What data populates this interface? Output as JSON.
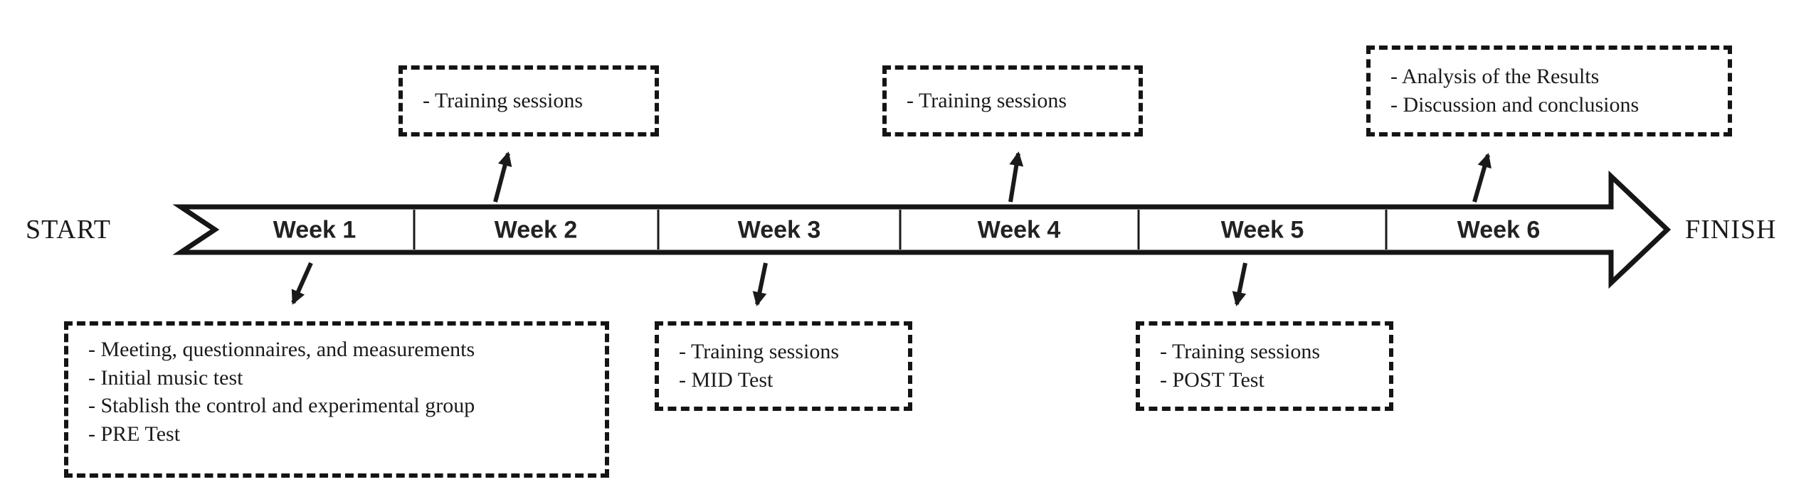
{
  "timeline": {
    "start_label": "START",
    "finish_label": "FINISH",
    "weeks": [
      "Week 1",
      "Week 2",
      "Week 3",
      "Week 4",
      "Week 5",
      "Week 6"
    ]
  },
  "notes": {
    "week2_top": {
      "lines": [
        "- Training sessions"
      ]
    },
    "week4_top": {
      "lines": [
        "- Training sessions"
      ]
    },
    "week6_top": {
      "lines": [
        "- Analysis of the Results",
        "- Discussion and conclusions"
      ]
    },
    "week1_bottom": {
      "lines": [
        "- Meeting, questionnaires, and measurements",
        "- Initial music test",
        "- Stablish the control and experimental group",
        "- PRE Test"
      ]
    },
    "week3_bottom": {
      "lines": [
        "- Training sessions",
        "- MID Test"
      ]
    },
    "week5_bottom": {
      "lines": [
        "- Training sessions",
        "- POST Test"
      ]
    }
  },
  "colors": {
    "ink": "#1a1a1a",
    "background": "#ffffff"
  }
}
